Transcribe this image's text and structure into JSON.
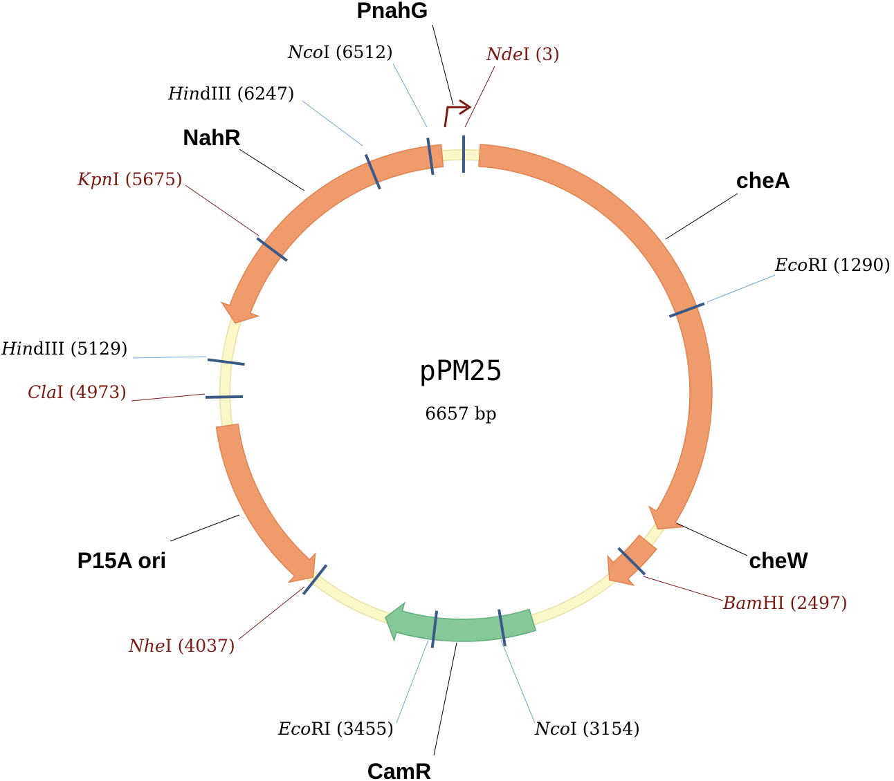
{
  "plasmid": {
    "name": "pPM25",
    "size_text": "6657 bp",
    "size_bp": 6657
  },
  "colors": {
    "backbone": "#fbf7c8",
    "backbone_stroke": "#e9e2a3",
    "feature_orange": "#f09b6c",
    "feature_orange_stroke": "#e0834f",
    "feature_green": "#85c99a",
    "feature_green_stroke": "#5fae78",
    "site_tick": "#3b5a87",
    "leader_site": "#6fa6d4",
    "leader_gene": "#000000",
    "label_black": "#000000",
    "label_red": "#7b1a12"
  },
  "features": [
    {
      "id": "cheA",
      "label": "cheA",
      "color": "orange",
      "start_deg": 4,
      "end_deg": 125,
      "arrow": "end"
    },
    {
      "id": "cheW",
      "label": "cheW",
      "color": "orange",
      "start_deg": 129,
      "end_deg": 142,
      "arrow": "end"
    },
    {
      "id": "CamR",
      "label": "CamR",
      "color": "green",
      "start_deg": 163,
      "end_deg": 199,
      "arrow": "end"
    },
    {
      "id": "P15A",
      "label": "P15A ori",
      "color": "orange",
      "start_deg": 262,
      "end_deg": 219,
      "arrow": "end"
    },
    {
      "id": "NahR",
      "label": "NahR",
      "color": "orange",
      "start_deg": 355,
      "end_deg": 287,
      "arrow": "end"
    }
  ],
  "promoter": {
    "id": "PnahG",
    "label": "PnahG",
    "color": "#7b1a12"
  },
  "sites": [
    {
      "id": "NdeI",
      "name": "Nde",
      "suffix": "I (3)",
      "pos": 3,
      "color": "red"
    },
    {
      "id": "EcoRI-1290",
      "name": "Eco",
      "suffix": "RI (1290)",
      "pos": 1290,
      "color": "black"
    },
    {
      "id": "BamHI",
      "name": "Bam",
      "suffix": "HI (2497)",
      "pos": 2497,
      "color": "red"
    },
    {
      "id": "NcoI-3154",
      "name": "Nco",
      "suffix": "I (3154)",
      "pos": 3154,
      "color": "black"
    },
    {
      "id": "EcoRI-3455",
      "name": "Eco",
      "suffix": "RI (3455)",
      "pos": 3455,
      "color": "black"
    },
    {
      "id": "NheI",
      "name": "Nhe",
      "suffix": "I (4037)",
      "pos": 4037,
      "color": "red"
    },
    {
      "id": "ClaI",
      "name": "Cla",
      "suffix": "I (4973)",
      "pos": 4973,
      "color": "red"
    },
    {
      "id": "HindIII-5129",
      "name": "Hin",
      "suffix": "dIII (5129)",
      "pos": 5129,
      "color": "black"
    },
    {
      "id": "KpnI",
      "name": "Kpn",
      "suffix": "I (5675)",
      "pos": 5675,
      "color": "red"
    },
    {
      "id": "HindIII-6247",
      "name": "Hin",
      "suffix": "dIII (6247)",
      "pos": 6247,
      "color": "black"
    },
    {
      "id": "NcoI-6512",
      "name": "Nco",
      "suffix": "I (6512)",
      "pos": 6512,
      "color": "black"
    }
  ]
}
